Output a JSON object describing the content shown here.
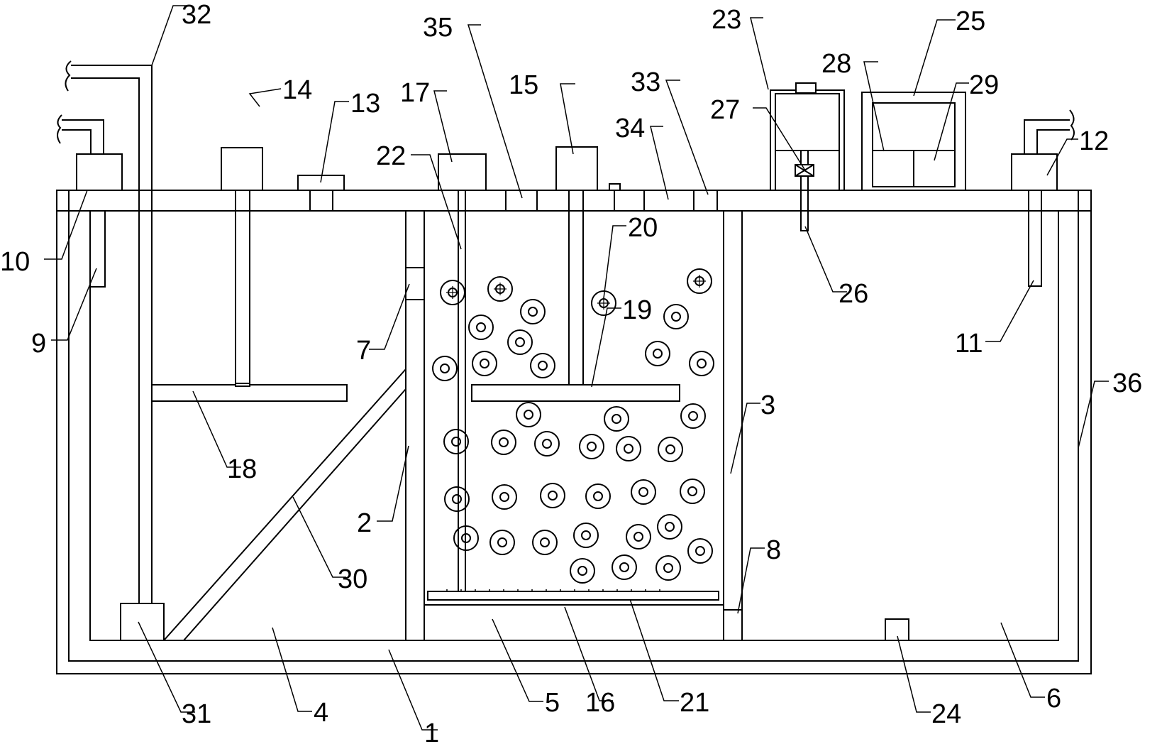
{
  "labels": {
    "l1": "1",
    "l2": "2",
    "l3": "3",
    "l4": "4",
    "l5": "5",
    "l6": "6",
    "l7": "7",
    "l8": "8",
    "l9": "9",
    "l10": "10",
    "l11": "11",
    "l12": "12",
    "l13": "13",
    "l14": "14",
    "l15": "15",
    "l16": "16",
    "l17": "17",
    "l18": "18",
    "l19": "19",
    "l20": "20",
    "l21": "21",
    "l22": "22",
    "l23": "23",
    "l24": "24",
    "l25": "25",
    "l26": "26",
    "l27": "27",
    "l28": "28",
    "l29": "29",
    "l30": "30",
    "l31": "31",
    "l32": "32",
    "l33": "33",
    "l34": "34",
    "l35": "35",
    "l36": "36"
  }
}
